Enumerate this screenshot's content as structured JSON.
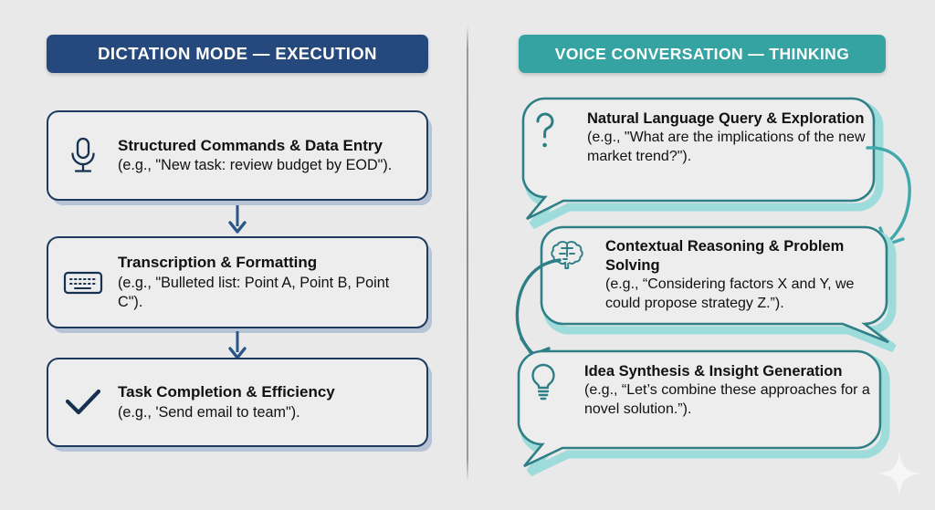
{
  "background_color": "#e9e9ea",
  "columns": {
    "left": {
      "header": {
        "label": "DICTATION MODE — EXECUTION",
        "bg_color": "#26497d",
        "text_color": "#ffffff"
      },
      "accent_color": "#1e3a5f",
      "cards": [
        {
          "icon": "microphone-icon",
          "title": "Structured Commands & Data Entry",
          "subtitle": "(e.g., \"New task: review budget by EOD\")."
        },
        {
          "icon": "keyboard-icon",
          "title": "Transcription & Formatting",
          "subtitle": "(e.g., \"Bulleted list: Point A, Point B, Point C\")."
        },
        {
          "icon": "checkmark-icon",
          "title": "Task Completion & Efficiency",
          "subtitle": "(e.g., 'Send email to team\")."
        }
      ],
      "connector": "down-arrow"
    },
    "right": {
      "header": {
        "label": "VOICE CONVERSATION — THINKING",
        "bg_color": "#35a3a2",
        "text_color": "#ffffff"
      },
      "accent_color": "#2e7f85",
      "bubbles": [
        {
          "icon": "question-mark-icon",
          "title": "Natural Language Query & Exploration",
          "subtitle": "(e.g., \"What are the implications of the new market trend?\").",
          "tail": "bottom-left"
        },
        {
          "icon": "brain-icon",
          "title": "Contextual Reasoning & Problem Solving",
          "subtitle": "(e.g., “Considering factors X and Y, we could propose strategy Z.”).",
          "tail": "bottom-right"
        },
        {
          "icon": "lightbulb-icon",
          "title": "Idea Synthesis & Insight Generation",
          "subtitle": "(e.g., “Let’s combine these approaches for a novel solution.”).",
          "tail": "bottom-left"
        }
      ],
      "connector": "curved-arrow"
    }
  },
  "decoration": {
    "sparkle": "sparkle-icon",
    "divider": "vertical-divider"
  }
}
